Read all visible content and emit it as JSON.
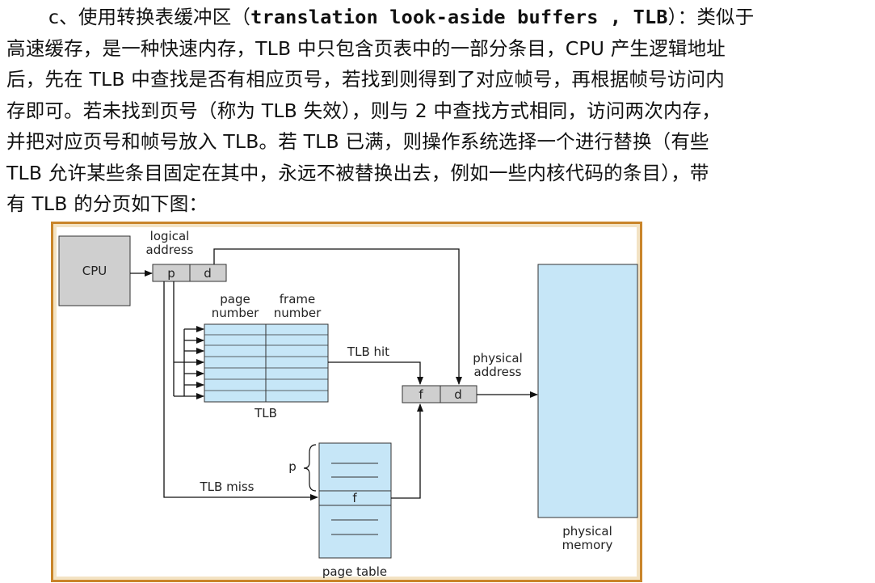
{
  "paragraph": {
    "line1_prefix": "c、使用转换表缓冲区（",
    "line1_code": "translation look-aside buffers , TLB",
    "line1_suffix": "）：类似于",
    "line2": "高速缓存，是一种快速内存，TLB 中只包含页表中的一部分条目，CPU 产生逻辑地址",
    "line3": "后，先在 TLB 中查找是否有相应页号，若找到则得到了对应帧号，再根据帧号访问内",
    "line4": "存即可。若未找到页号（称为 TLB 失效），则与 2 中查找方式相同，访问两次内存，",
    "line5": "并把对应页号和帧号放入 TLB。若 TLB 已满，则操作系统选择一个进行替换（有些",
    "line6": "TLB 允许某些条目固定在其中，永远不被替换出去，例如一些内核代码的条目），带",
    "line7": "有 TLB 的分页如下图："
  },
  "diagram": {
    "cpu_label": "CPU",
    "logical_address_line1": "logical",
    "logical_address_line2": "address",
    "p_label": "p",
    "d_label": "d",
    "page_number_line1": "page",
    "page_number_line2": "number",
    "frame_number_line1": "frame",
    "frame_number_line2": "number",
    "tlb_label": "TLB",
    "tlb_hit_label": "TLB hit",
    "physical_address_line1": "physical",
    "physical_address_line2": "address",
    "f_label": "f",
    "d2_label": "d",
    "tlb_miss_label": "TLB miss",
    "page_table_p_label": "p",
    "page_table_f_label": "f",
    "page_table_label": "page table",
    "physical_memory_line1": "physical",
    "physical_memory_line2": "memory",
    "colors": {
      "light_blue": "#c6e6f7",
      "gray_box": "#cfcfcf",
      "frame_orange": "#c9852a"
    }
  }
}
